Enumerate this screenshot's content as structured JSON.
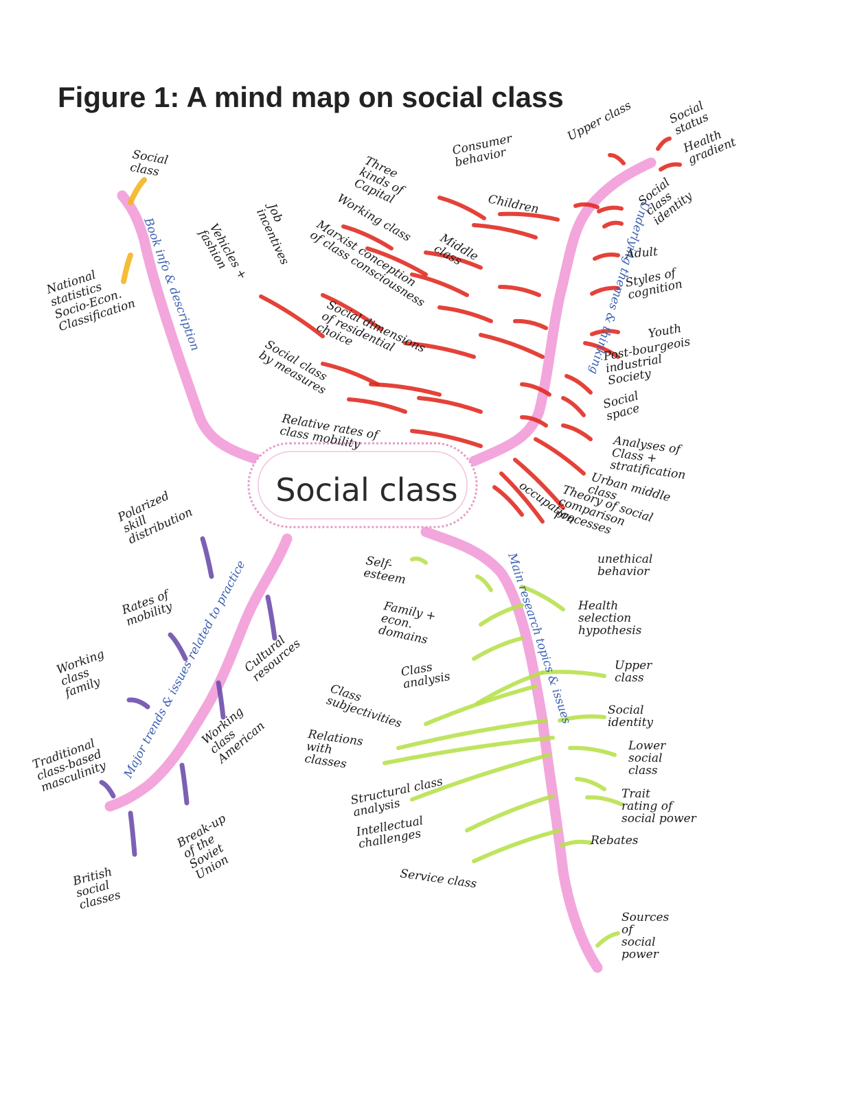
{
  "title": "Figure 1: A mind map on social class",
  "center": "Social class",
  "colors": {
    "trunk": "#f2a6dc",
    "red": "#e0281e",
    "green": "#b6e04a",
    "purple": "#6a4aa8",
    "orange": "#f2b31c",
    "branch_text": "#3a5fb0",
    "bubble": "#e79ac8"
  },
  "branches": {
    "book_info": {
      "label": "Book info & description",
      "items": [
        [
          "Social",
          "class"
        ],
        [
          "National",
          "statistics",
          "Socio-Econ.",
          "Classification"
        ]
      ]
    },
    "underlying_themes": {
      "label": "Underlying themes & thinking",
      "left_items": [
        [
          "Three",
          "kinds of",
          "Capital"
        ],
        [
          "Consumer",
          "behavior"
        ],
        [
          "Children"
        ],
        [
          "Working class"
        ],
        [
          "Middle",
          "class"
        ],
        [
          "Marxist conception",
          "of class consciousness"
        ],
        [
          "Job",
          "incentives"
        ],
        [
          "Vehicles +",
          "fashion"
        ],
        [
          "Social dimensions",
          "of residential",
          "choice"
        ],
        [
          "Social class",
          "by measures"
        ],
        [
          "Relative rates of",
          "class mobility"
        ]
      ],
      "right_items": [
        [
          "Upper class"
        ],
        [
          "Social",
          "status"
        ],
        [
          "Health",
          "gradient"
        ],
        [
          "Social",
          "class",
          "identity"
        ],
        [
          "Adult"
        ],
        [
          "Styles of",
          "cognition"
        ],
        [
          "Youth"
        ],
        [
          "Post-bourgeois",
          "industrial",
          "Society"
        ],
        [
          "Social",
          "space"
        ],
        [
          "Analyses of",
          "Class +",
          "stratification"
        ],
        [
          "Urban middle",
          "class"
        ],
        [
          "Theory of social",
          "comparison",
          "processes"
        ],
        [
          "occupation"
        ],
        [
          "unethical",
          "behavior"
        ]
      ]
    },
    "major_trends": {
      "label": "Major trends & issues related to practice",
      "items": [
        [
          "Polarized",
          "skill",
          "distribution"
        ],
        [
          "Rates of",
          "mobility"
        ],
        [
          "Cultural",
          "resources"
        ],
        [
          "Working",
          "class",
          "family"
        ],
        [
          "Working",
          "class",
          "American"
        ],
        [
          "Traditional",
          "class-based",
          "masculinity"
        ],
        [
          "Break-up",
          "of the",
          "Soviet",
          "Union"
        ],
        [
          "British",
          "social",
          "classes"
        ]
      ]
    },
    "main_topics": {
      "label": "Main research topics & issues",
      "left_items": [
        [
          "Self-",
          "esteem"
        ],
        [
          "Family +",
          "econ.",
          "domains"
        ],
        [
          "Class",
          "analysis"
        ],
        [
          "Class",
          "subjectivities"
        ],
        [
          "Relations",
          "with",
          "classes"
        ],
        [
          "Structural class",
          "analysis"
        ],
        [
          "Intellectual",
          "challenges"
        ],
        [
          "Service class"
        ]
      ],
      "right_items": [
        [
          "Health",
          "selection",
          "hypothesis"
        ],
        [
          "Upper",
          "class"
        ],
        [
          "Social",
          "identity"
        ],
        [
          "Lower",
          "social",
          "class"
        ],
        [
          "Trait",
          "rating of",
          "social power"
        ],
        [
          "Rebates"
        ],
        [
          "Sources",
          "of",
          "social",
          "power"
        ]
      ]
    }
  }
}
